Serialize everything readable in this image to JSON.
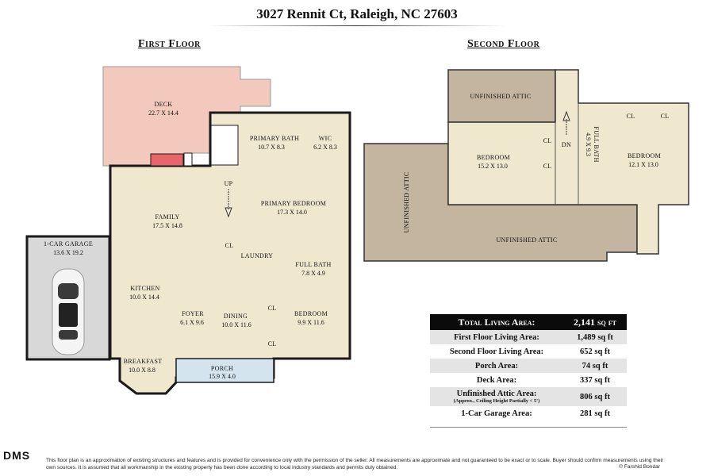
{
  "title": "3027 Rennit Ct, Raleigh, NC 27603",
  "first_floor": {
    "heading": "First Floor",
    "rooms": {
      "deck": {
        "name": "DECK",
        "dims": "22.7 X 14.4"
      },
      "primary_bath": {
        "name": "PRIMARY BATH",
        "dims": "10.7 X 8.3"
      },
      "wic": {
        "name": "WIC",
        "dims": "6.2 X 8.3"
      },
      "family": {
        "name": "FAMILY",
        "dims": "17.5 X 14.8"
      },
      "primary_bedroom": {
        "name": "PRIMARY BEDROOM",
        "dims": "17.3 X 14.0"
      },
      "garage": {
        "name": "1-CAR GARAGE",
        "dims": "13.6 X 19.2"
      },
      "laundry": {
        "name": "LAUNDRY"
      },
      "full_bath": {
        "name": "FULL BATH",
        "dims": "7.8 X 4.9"
      },
      "kitchen": {
        "name": "KITCHEN",
        "dims": "10.0 X 14.4"
      },
      "foyer": {
        "name": "FOYER",
        "dims": "6.1 X 9.6"
      },
      "dining": {
        "name": "DINING",
        "dims": "10.0 X 11.6"
      },
      "bedroom": {
        "name": "BEDROOM",
        "dims": "9.9 X 11.6"
      },
      "breakfast": {
        "name": "BREAKFAST",
        "dims": "10.0 X 8.8"
      },
      "porch": {
        "name": "PORCH",
        "dims": "15.9 X 4.0"
      }
    },
    "up_label": "UP",
    "closet_label": "CL"
  },
  "second_floor": {
    "heading": "Second Floor",
    "rooms": {
      "attic_top": {
        "name": "UNFINISHED ATTIC"
      },
      "attic_left": {
        "name": "UNFINISHED ATTIC"
      },
      "attic_bottom": {
        "name": "UNFINISHED ATTIC"
      },
      "bedroom_left": {
        "name": "BEDROOM",
        "dims": "15.2 X 13.0"
      },
      "full_bath": {
        "name": "FULL BATH",
        "dims": "4.9 X 9.3"
      },
      "bedroom_right": {
        "name": "BEDROOM",
        "dims": "12.1 X 13.0"
      }
    },
    "dn_label": "DN",
    "closet_label": "CL"
  },
  "areas": {
    "total": {
      "label": "Total Living Area:",
      "value": "2,141 sq ft"
    },
    "rows": [
      {
        "label": "First Floor Living Area:",
        "value": "1,489 sq ft"
      },
      {
        "label": "Second Floor Living Area:",
        "value": "652 sq ft"
      },
      {
        "label": "Porch Area:",
        "value": "74 sq ft"
      },
      {
        "label": "Deck Area:",
        "value": "337 sq ft"
      },
      {
        "label": "Unfinished Attic Area:",
        "sublabel": "(Approx., Ceiling Height Partially < 5')",
        "value": "806 sq ft"
      },
      {
        "label": "1-Car Garage Area:",
        "value": "281 sq ft"
      }
    ]
  },
  "footer": {
    "logo": "DMS",
    "disclaimer": "This floor plan is an approximation of existing structures and features and is provided for convenience only with the permission of the seller. All measurements are approximate and not guaranteed to be exact or to scale. Buyer should confirm measurements using their own sources. It is assumed that all workmanship in the existing property has been done according to local industry standards and permits duly obtained.",
    "credit": "© Farshid Bondar"
  },
  "colors": {
    "living": "#efe8cf",
    "deck": "#f3c9bd",
    "garage": "#d8d8d8",
    "porch": "#d3e4ee",
    "attic": "#c3b5a0",
    "chimney": "#e8656a",
    "wall": "#1a1a1a"
  }
}
